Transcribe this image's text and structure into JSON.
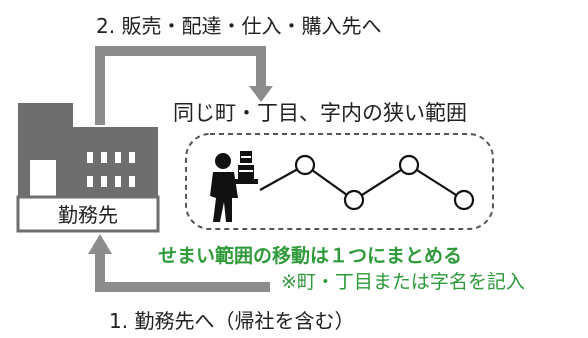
{
  "top_arrow_label": "2. 販売・配達・仕入・購入先へ",
  "area_title": "同じ町・丁目、字内の狭い範囲",
  "building_label": "勤務先",
  "rule_text": "せまい範囲の移動は１つにまとめる",
  "note_text": "※町・丁目または字名を記入",
  "bottom_arrow_label": "1. 勤務先へ（帰社を含む）",
  "colors": {
    "arrow": "#8c8c8c",
    "building": "#6e6e6e",
    "rule_text": "#2e9a3a",
    "dashed_box": "#555555"
  },
  "icons": [
    "building-icon",
    "person-carrying-boxes-icon",
    "route-node-icon"
  ]
}
